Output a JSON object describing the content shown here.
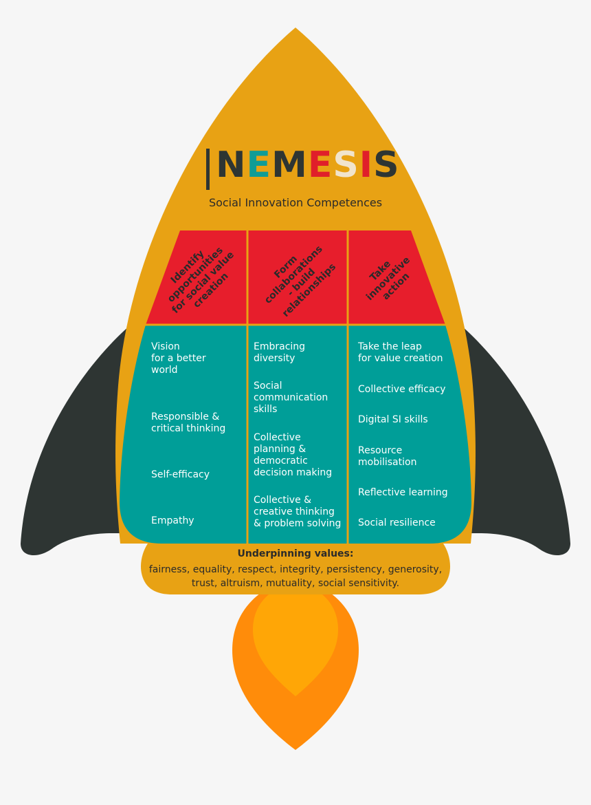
{
  "logo": {
    "letters": [
      "N",
      "E",
      "M",
      "E",
      "S",
      "I",
      "S"
    ],
    "colors": {
      "dark": "#2e3533",
      "red": "#e01f2a",
      "teal": "#0f9c96",
      "cream": "#f1e4cc"
    }
  },
  "subtitle": "Social Innovation Competences",
  "columns": [
    {
      "header": "Identify\nopportunities\nfor social value\ncreation",
      "items": [
        "Vision\nfor a better\nworld",
        "Responsible &\ncritical thinking",
        "Self-efficacy",
        "Empathy"
      ]
    },
    {
      "header": "Form\ncollaborations\n- build\nrelationships",
      "items": [
        "Embracing\ndiversity",
        "Social\ncommunication\nskills",
        "Collective\nplanning &\ndemocratic\ndecision making",
        "Collective &\ncreative thinking\n& problem solving"
      ]
    },
    {
      "header": "Take\ninnovative\naction",
      "items": [
        "Take the leap\nfor value creation",
        "Collective efficacy",
        "Digital SI skills",
        "Resource\nmobilisation",
        "Reflective learning",
        "Social resilience"
      ]
    }
  ],
  "values": {
    "title": "Underpinning values:",
    "line1": "fairness, equality, respect, integrity, persistency, generosity,",
    "line2": "trust, altruism, mutuality, social sensitivity."
  },
  "palette": {
    "body": "#e8a214",
    "header_band": "#e71e2c",
    "skills_panel": "#009e98",
    "fins": "#2e3533",
    "flame_outer": "#ff8c0a",
    "flame_inner": "#ffa606",
    "background": "#f6f6f6"
  }
}
